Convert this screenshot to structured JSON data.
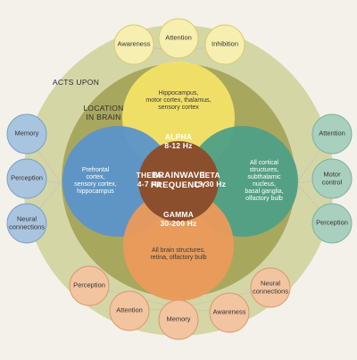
{
  "ring_labels": {
    "acts_upon": "ACTS UPON",
    "location": "LOCATION\nIN BRAIN"
  },
  "center": {
    "label": "BRAINWAVE\nFREQUENCY"
  },
  "alpha": {
    "band": "ALPHA\n8-12 Hz",
    "location": "Hippocampus,\nmotor cortex, thalamus,\nsensory cortex",
    "acts_upon": [
      "Awareness",
      "Attention",
      "Inhibition"
    ]
  },
  "theta": {
    "band": "THETA\n4-7 Hz",
    "location": "Prefrontal\ncortex,\nsensory cortex,\nhippocampus",
    "acts_upon": [
      "Memory",
      "Perception",
      "Neural\nconnections"
    ]
  },
  "beta": {
    "band": "BETA\n13-30 Hz",
    "location": "All cortical\nstructures,\nsubthalamic\nnucleus,\nbasal ganglia,\nolfactory bulb",
    "acts_upon": [
      "Attention",
      "Motor\ncontrol",
      "Perception"
    ]
  },
  "gamma": {
    "band": "GAMMA\n30-200 Hz",
    "location": "All brain structures,\nretina, olfactory bulb",
    "acts_upon": [
      "Perception",
      "Attention",
      "Memory",
      "Awareness",
      "Neural\nconnections"
    ]
  },
  "colors": {
    "outer_ring": "#d4d6a6",
    "inner_ring": "#a8a75e",
    "alpha": "#f3e267",
    "alpha_light": "#f7efb0",
    "theta": "#5b93c9",
    "theta_light": "#a9c4df",
    "beta": "#4f9f86",
    "beta_light": "#a9cfbe",
    "gamma": "#eb9a5a",
    "gamma_light": "#f2c4a0",
    "center": "#8c4f2d"
  }
}
